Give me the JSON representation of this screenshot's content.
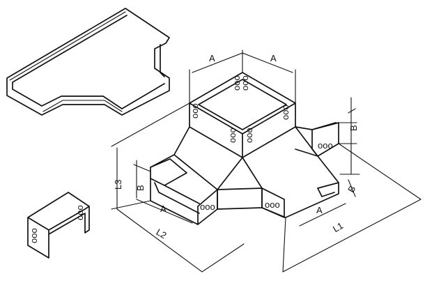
{
  "labels": {
    "a_top_left": "A",
    "a_top_right": "A",
    "b_right": "B",
    "b_left": "B",
    "b_lower_right": "B",
    "l3": "L3",
    "a_left": "A",
    "l2": "L2",
    "a_right": "A",
    "l1": "L1"
  },
  "hole_text": "ooo",
  "colors": {
    "line": "#111111",
    "background": "#ffffff"
  }
}
